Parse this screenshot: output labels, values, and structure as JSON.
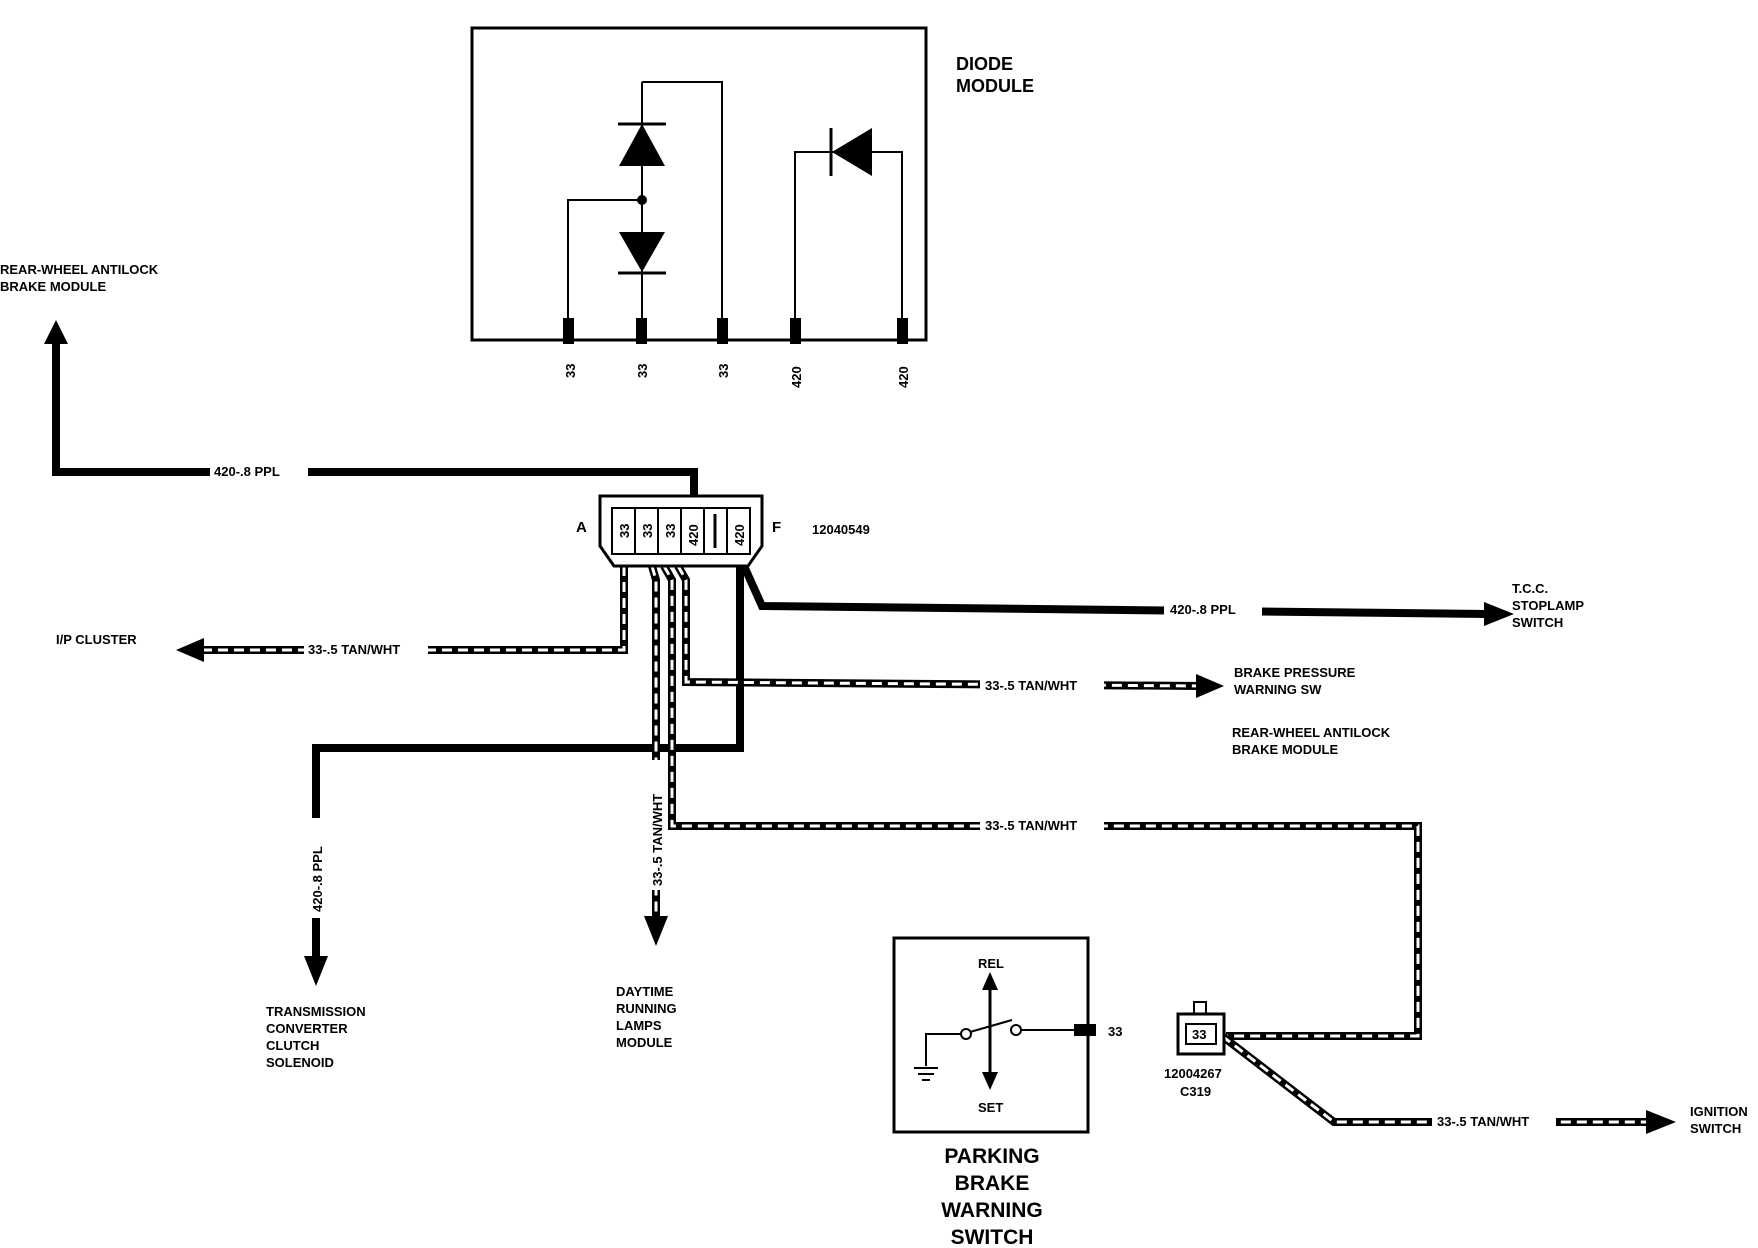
{
  "diode_module": {
    "title_line1": "DIODE",
    "title_line2": "MODULE",
    "pins": [
      "33",
      "33",
      "33",
      "420",
      "420"
    ]
  },
  "connector": {
    "end_a": "A",
    "end_f": "F",
    "part_number": "12040549",
    "cavities": [
      "33",
      "33",
      "33",
      "420",
      "420"
    ]
  },
  "destinations": {
    "rear_abs_top": [
      "REAR-WHEEL ANTILOCK",
      "BRAKE MODULE"
    ],
    "ip_cluster": "I/P CLUSTER",
    "tcc_stoplamp": [
      "T.C.C.",
      "STOPLAMP",
      "SWITCH"
    ],
    "brake_pressure": [
      "BRAKE PRESSURE",
      "WARNING SW"
    ],
    "rear_abs_mid": [
      "REAR-WHEEL ANTILOCK",
      "BRAKE MODULE"
    ],
    "tcc_solenoid": [
      "TRANSMISSION",
      "CONVERTER",
      "CLUTCH",
      "SOLENOID"
    ],
    "drl_module": [
      "DAYTIME",
      "RUNNING",
      "LAMPS",
      "MODULE"
    ],
    "ignition": [
      "IGNITION",
      "SWITCH"
    ]
  },
  "wire_labels": {
    "ppl_top": "420-.8 PPL",
    "ppl_tcc": "420-.8 PPL",
    "ppl_vertical": "420-.8 PPL",
    "tan_ip": "33-.5 TAN/WHT",
    "tan_brake": "33-.5 TAN/WHT",
    "tan_drl": "33-.5 TAN/WHT",
    "tan_long": "33-.5 TAN/WHT",
    "tan_ign": "33-.5 TAN/WHT"
  },
  "parking_switch": {
    "rel": "REL",
    "set": "SET",
    "pin": "33",
    "title": [
      "PARKING",
      "BRAKE",
      "WARNING",
      "SWITCH"
    ]
  },
  "c319": {
    "cavity": "33",
    "part_number": "12004267",
    "name": "C319"
  }
}
